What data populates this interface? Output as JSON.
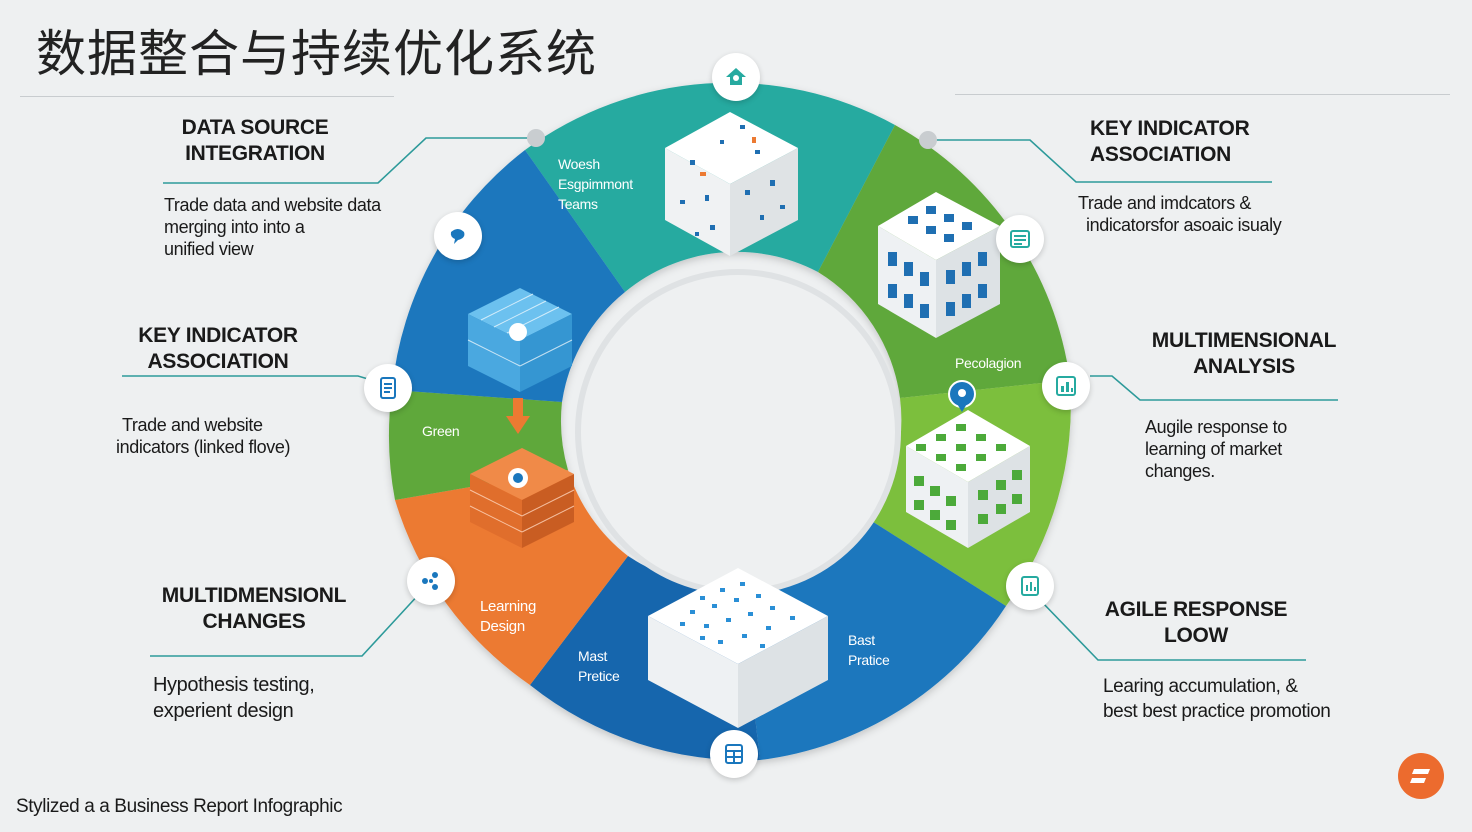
{
  "title": "数据整合与持续优化系统",
  "colors": {
    "teal": "#26aaa0",
    "green": "#5fa83a",
    "light_green": "#7cbf3c",
    "blue": "#1a77bd",
    "dark_blue": "#1566ad",
    "orange": "#ec7a32",
    "accent": "#ec6b2e"
  },
  "left_labels": [
    {
      "title_lines": [
        "DATA SOURCE",
        "INTEGRATION"
      ],
      "desc_lines": [
        "Trade data and website data",
        "merging into into a",
        "unified view"
      ]
    },
    {
      "title_lines": [
        "KEY INDICATOR",
        "ASSOCIATION"
      ],
      "desc_lines": [
        "Trade and website",
        "indicators (linked flove)"
      ]
    },
    {
      "title_lines": [
        "MULTIDMENSIONL",
        "CHANGES"
      ],
      "desc_lines": [
        "Hypothesis testing,",
        "experient design"
      ]
    }
  ],
  "right_labels": [
    {
      "title_lines": [
        "KEY INDICATOR",
        "ASSOCIATION"
      ],
      "desc_lines": [
        "Trade and imdcators &",
        "indicatorsfor asoaic isualy"
      ]
    },
    {
      "title_lines": [
        "MULTIMENSIONAL",
        "ANALYSIS"
      ],
      "desc_lines": [
        "Augile response to",
        "learning of market",
        "changes."
      ]
    },
    {
      "title_lines": [
        "AGILE RESPONSE",
        "LOOW"
      ],
      "desc_lines": [
        "Learing accumulation, &",
        "best best practice promotion"
      ]
    }
  ],
  "segments": [
    {
      "name": "teal",
      "text_lines": [
        "Woesh",
        "Esgpimmont",
        "Teams"
      ]
    },
    {
      "name": "green",
      "text_lines": [
        "Pecolagion"
      ]
    },
    {
      "name": "left-green",
      "text_lines": [
        "Green"
      ]
    },
    {
      "name": "orange",
      "text_lines": [
        "Learning",
        "Design"
      ]
    },
    {
      "name": "blue-left",
      "text_lines": [
        "Mast",
        "Pretice"
      ]
    },
    {
      "name": "blue-right",
      "text_lines": [
        "Bast",
        "Pratice"
      ]
    }
  ],
  "icons": [
    "home-icon",
    "chat-icon",
    "document-icon",
    "chart-icon",
    "report-icon",
    "network-icon",
    "table-icon",
    "location-pin-icon",
    "brand-logo-icon"
  ],
  "footer": "Stylized a a Business Report Infographic"
}
